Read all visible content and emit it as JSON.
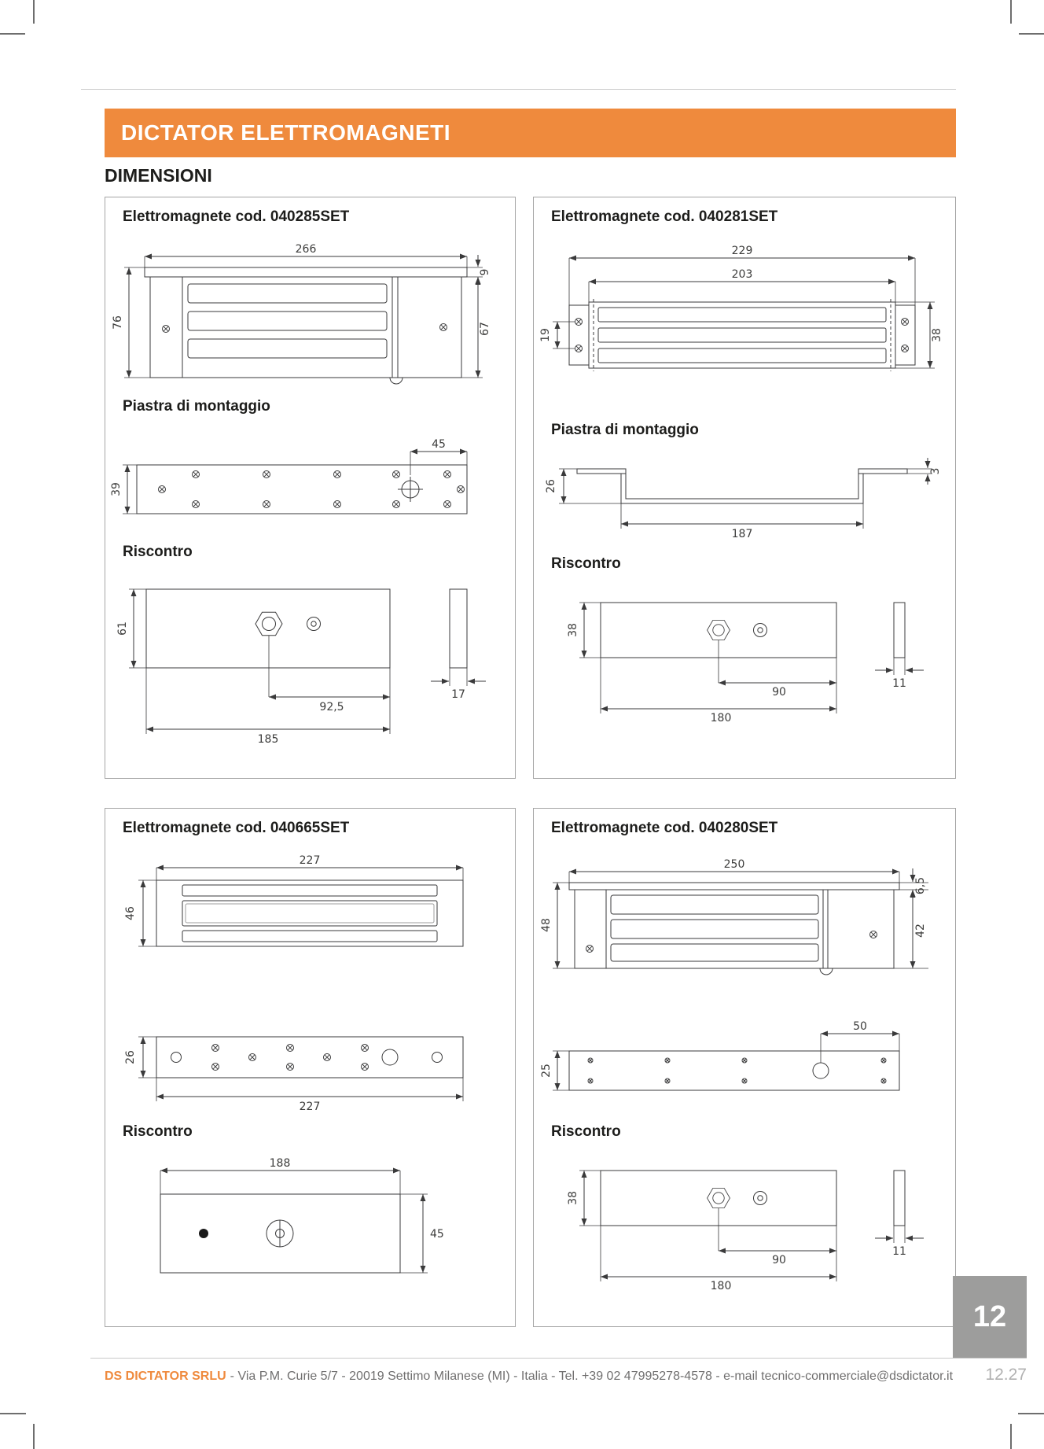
{
  "page": {
    "header_title": "DICTATOR ELETTROMAGNETI",
    "section_title": "DIMENSIONI",
    "page_tab": "12",
    "page_number": "12.27",
    "footer_brand": "DS DICTATOR SRLU",
    "footer_text": "- Via P.M. Curie 5/7 - 20019 Settimo Milanese (MI) - Italia - Tel. +39 02 47995278-4578 - e-mail tecnico-commerciale@dsdictator.it",
    "colors": {
      "accent_orange": "#EF8A3D",
      "tab_gray": "#9D9D9C",
      "footer_gray": "#706F6F",
      "page_number_gray": "#B1B1B1",
      "line_dark": "#3A3A3B"
    }
  },
  "panels": [
    {
      "title": "Elettromagnete cod. 040285SET",
      "plate_heading": "Piastra di montaggio",
      "strike_heading": "Riscontro",
      "magnet": {
        "w": "266",
        "h": "76",
        "t": "9",
        "bh": "67"
      },
      "plate": {
        "off": "45",
        "h": "39"
      },
      "strike": {
        "h": "61",
        "off": "92,5",
        "w": "185",
        "d": "17"
      }
    },
    {
      "title": "Elettromagnete cod. 040281SET",
      "plate_heading": "Piastra di montaggio",
      "strike_heading": "Riscontro",
      "magnet": {
        "w": "229",
        "iw": "203",
        "s": "19",
        "h": "38"
      },
      "plate": {
        "h": "26",
        "w": "187",
        "t": "3"
      },
      "strike": {
        "h": "38",
        "off": "90",
        "w": "180",
        "d": "11"
      }
    },
    {
      "title": "Elettromagnete cod. 040665SET",
      "strike_heading": "Riscontro",
      "magnet": {
        "w": "227",
        "h": "46"
      },
      "plate": {
        "h": "26",
        "w": "227"
      },
      "strike": {
        "w": "188",
        "h": "45"
      }
    },
    {
      "title": "Elettromagnete cod. 040280SET",
      "strike_heading": "Riscontro",
      "magnet": {
        "w": "250",
        "t": "6,5",
        "h": "48",
        "bh": "42"
      },
      "plate": {
        "off": "50",
        "h": "25"
      },
      "strike": {
        "h": "38",
        "off": "90",
        "w": "180",
        "d": "11"
      }
    }
  ]
}
